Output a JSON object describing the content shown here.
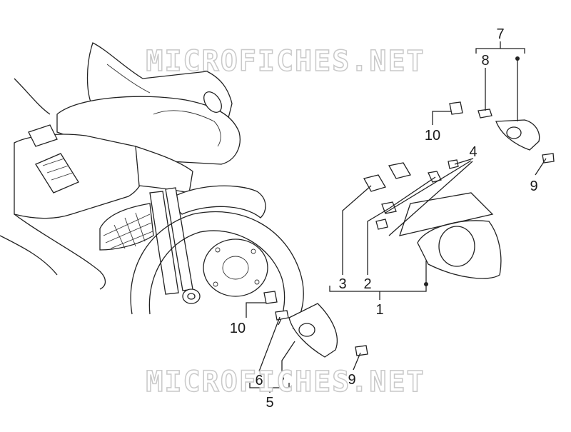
{
  "watermark": "MICROFICHES.NET",
  "callouts": [
    {
      "id": "c1",
      "text": "1"
    },
    {
      "id": "c2",
      "text": "2"
    },
    {
      "id": "c3",
      "text": "3"
    },
    {
      "id": "c4",
      "text": "4"
    },
    {
      "id": "c5",
      "text": "5"
    },
    {
      "id": "c6",
      "text": "6"
    },
    {
      "id": "c7",
      "text": "7"
    },
    {
      "id": "c8",
      "text": "8"
    },
    {
      "id": "c9a",
      "text": "9"
    },
    {
      "id": "c9b",
      "text": "9"
    },
    {
      "id": "c10a",
      "text": "10"
    },
    {
      "id": "c10b",
      "text": "10"
    }
  ],
  "colors": {
    "line": "#222222",
    "watermark": "#c9c9c9",
    "background": "#ffffff"
  }
}
